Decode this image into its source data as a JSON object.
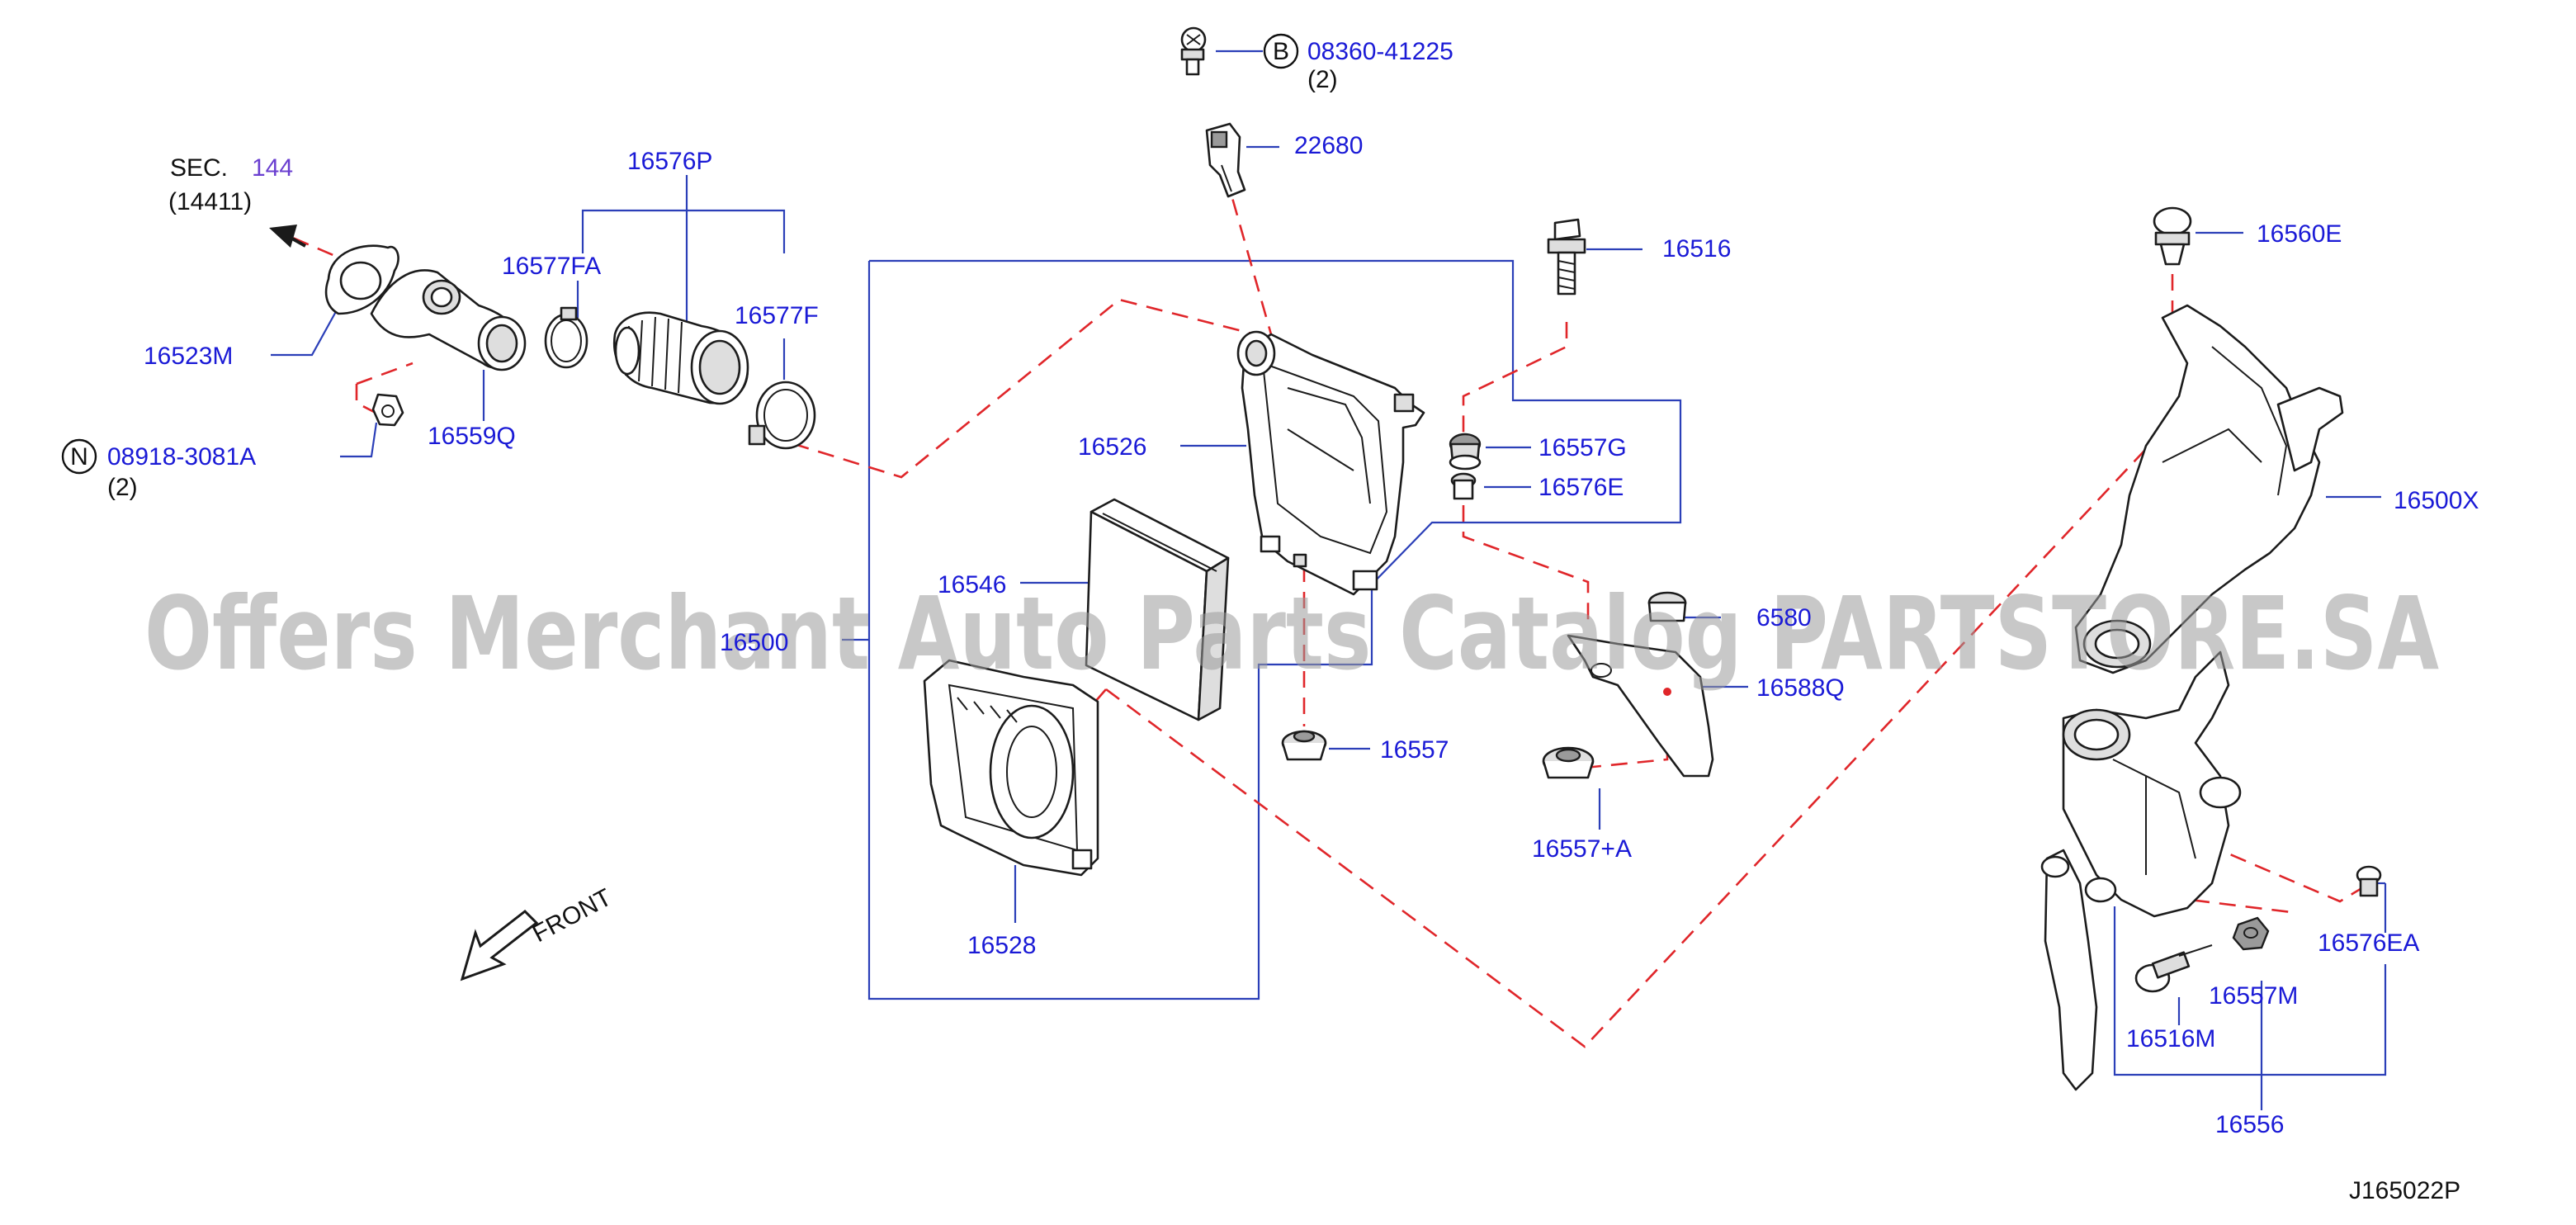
{
  "diagram": {
    "sheet_code": "J165022P",
    "watermark": "Offers Merchant Auto Parts Catalog PARTSTORE.SA",
    "front_label": "FRONT",
    "section_ref": {
      "prefix": "SEC.",
      "number": "144",
      "sub": "(14411)"
    },
    "labels": {
      "bolt_b": "08360-41225",
      "bolt_b_qty": "(2)",
      "bolt_b_symbol": "B",
      "nut_n": "08918-3081A",
      "nut_n_qty": "(2)",
      "nut_n_symbol": "N",
      "p22680": "22680",
      "p16576P": "16576P",
      "p16577FA": "16577FA",
      "p16577F": "16577F",
      "p16523M": "16523M",
      "p16559Q": "16559Q",
      "p16516": "16516",
      "p16526": "16526",
      "p16557G": "16557G",
      "p16576E": "16576E",
      "p16546": "16546",
      "p16500": "16500",
      "p16580": "6580",
      "p16588Q": "16588Q",
      "p16557": "16557",
      "p16557A": "16557+A",
      "p16528": "16528",
      "p16560E": "16560E",
      "p16500X": "16500X",
      "p16576EA": "16576EA",
      "p16557M": "16557M",
      "p16516M": "16516M",
      "p16556": "16556"
    }
  }
}
